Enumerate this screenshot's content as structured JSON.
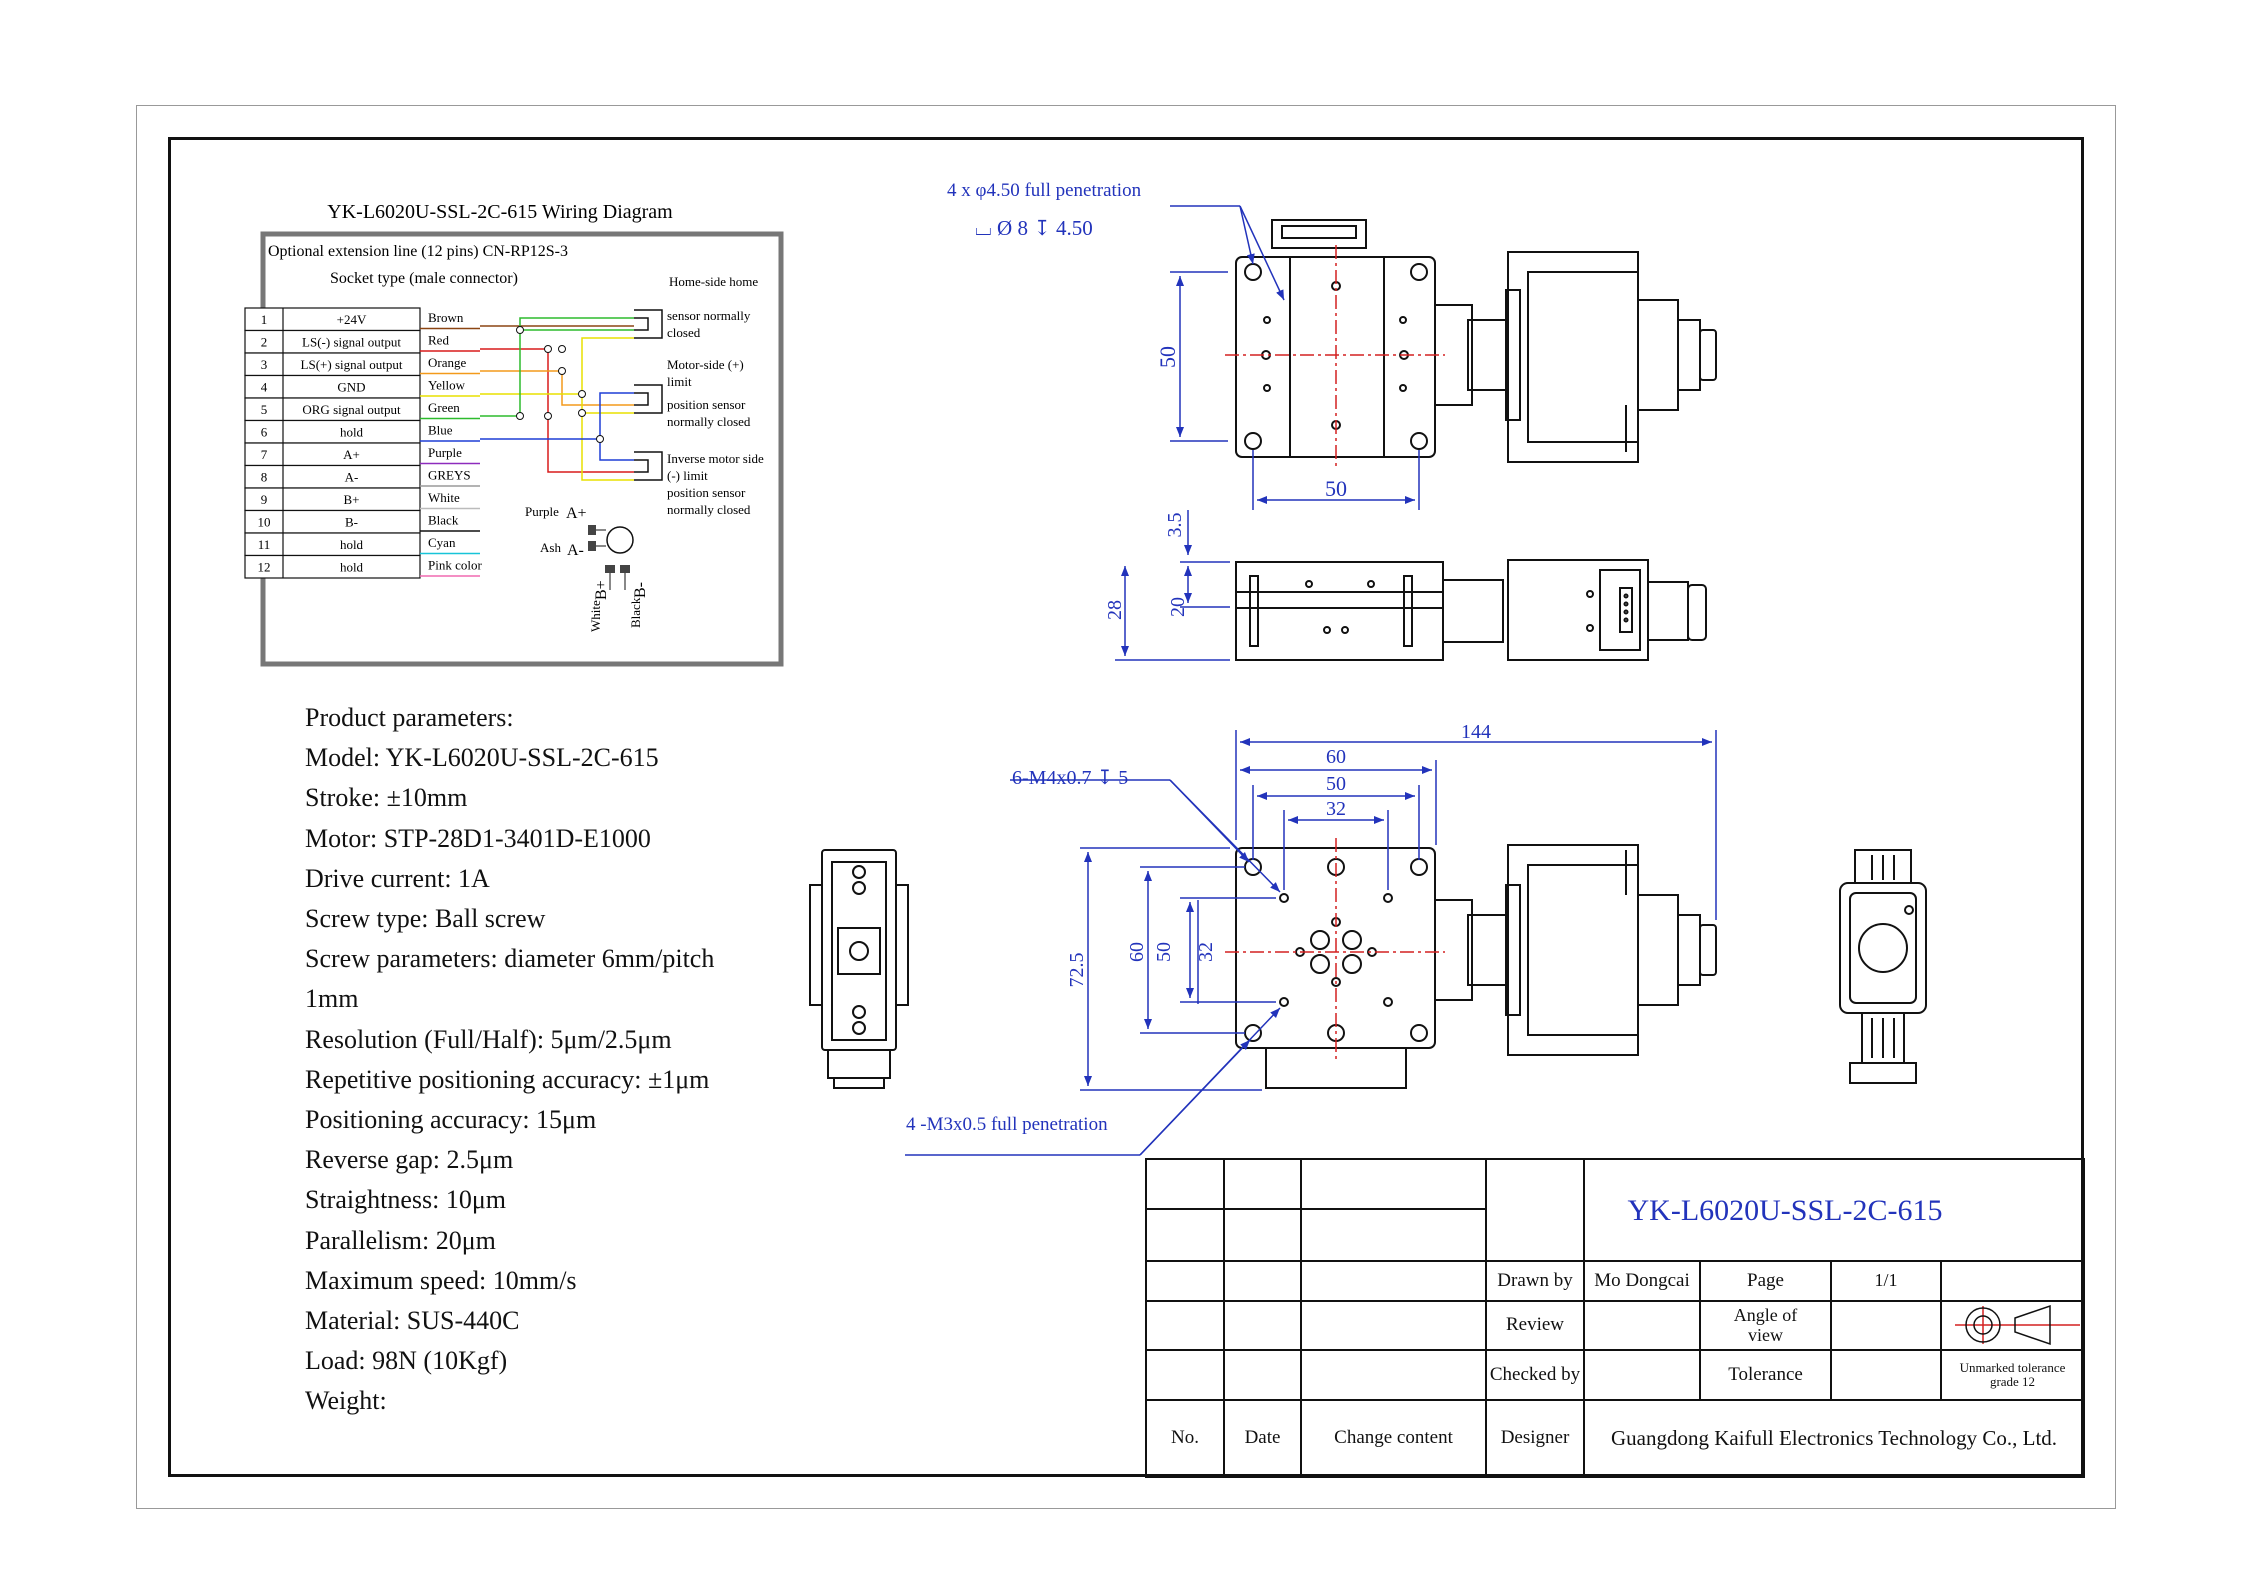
{
  "wiring": {
    "title": "YK-L6020U-SSL-2C-615 Wiring Diagram",
    "ext_line": "Optional extension line (12 pins) CN-RP12S-3",
    "socket_type": "Socket type (male connector)",
    "pins": [
      {
        "n": "1",
        "sig": "+24V",
        "color_name": "Brown",
        "color": "#8b4513"
      },
      {
        "n": "2",
        "sig": "LS(-) signal output",
        "color_name": "Red",
        "color": "#d81b1b"
      },
      {
        "n": "3",
        "sig": "LS(+) signal output",
        "color_name": "Orange",
        "color": "#f39a1b"
      },
      {
        "n": "4",
        "sig": "GND",
        "color_name": "Yellow",
        "color": "#e8e000"
      },
      {
        "n": "5",
        "sig": "ORG signal output",
        "color_name": "Green",
        "color": "#2dbb2d"
      },
      {
        "n": "6",
        "sig": "hold",
        "color_name": "Blue",
        "color": "#1f3fd6"
      },
      {
        "n": "7",
        "sig": "A+",
        "color_name": "Purple",
        "color": "#8e2bbd"
      },
      {
        "n": "8",
        "sig": "A-",
        "color_name": "GREYS",
        "color": "#9a9a9a"
      },
      {
        "n": "9",
        "sig": "B+",
        "color_name": "White",
        "color": "#bbbbbb"
      },
      {
        "n": "10",
        "sig": "B-",
        "color_name": "Black",
        "color": "#111111"
      },
      {
        "n": "11",
        "sig": "hold",
        "color_name": "Cyan",
        "color": "#17c4d8"
      },
      {
        "n": "12",
        "sig": "hold",
        "color_name": "Pink color",
        "color": "#f06ab0"
      }
    ],
    "sensors": {
      "home_header": "Home-side home",
      "home_1": "sensor normally",
      "home_2": "closed",
      "motor_1": "Motor-side (+)",
      "motor_2": "limit",
      "motor_3": "position sensor",
      "motor_4": "normally closed",
      "inv_1": "Inverse motor side",
      "inv_2": "(-) limit",
      "inv_3": "position sensor",
      "inv_4": "normally closed"
    },
    "motor_leads": {
      "purple": "Purple",
      "a_plus": "A+",
      "ash": "Ash",
      "a_minus": "A-",
      "white": "White",
      "b_plus": "B+",
      "black": "Black",
      "b_minus": "B-"
    }
  },
  "params": {
    "lines": [
      "Product parameters:",
      "Model: YK-L6020U-SSL-2C-615",
      "Stroke: ±10mm",
      "Motor: STP-28D1-3401D-E1000",
      "Drive current: 1A",
      "Screw type: Ball screw",
      "Screw parameters: diameter 6mm/pitch",
      "1mm",
      "Resolution (Full/Half): 5μm/2.5μm",
      "Repetitive positioning accuracy: ±1μm",
      "Positioning accuracy: 15μm",
      "Reverse gap: 2.5μm",
      "Straightness: 10μm",
      "Parallelism: 20μm",
      "Maximum speed: 10mm/s",
      "Material: SUS-440C",
      "Load: 98N (10Kgf)",
      "Weight:"
    ]
  },
  "dims": {
    "hole_note": "4 x φ4.50 full penetration",
    "hole_symbol": "⌴ Ø 8 ↧ 4.50",
    "top_height": "50",
    "top_width": "50",
    "side_35": "3.5",
    "side_28": "28",
    "side_20": "20",
    "bottom_144": "144",
    "bottom_60w": "60",
    "bottom_50w": "50",
    "bottom_32w": "32",
    "bottom_725": "72.5",
    "bottom_60h": "60",
    "bottom_50h": "50",
    "bottom_32h": "32",
    "thread_note": "6-M4x0.7 ↧ 5",
    "m3_note": "4 -M3x0.5 full penetration"
  },
  "title_block": {
    "part_name": "YK-L6020U-SSL-2C-615",
    "drawn_by_label": "Drawn by",
    "drawn_by_value": "Mo Dongcai",
    "page_label": "Page",
    "page_value": "1/1",
    "review_label": "Review",
    "angle_label": "Angle of view",
    "checked_label": "Checked by",
    "tolerance_label": "Tolerance",
    "tolerance_value": "Unmarked tolerance grade 12",
    "col_no": "No.",
    "col_date": "Date",
    "col_change": "Change content",
    "col_designer": "Designer",
    "company": "Guangdong Kaifull Electronics Technology Co., Ltd."
  },
  "colors": {
    "dimension": "#2233bb",
    "centerline": "#d42020",
    "outline": "#111111"
  }
}
